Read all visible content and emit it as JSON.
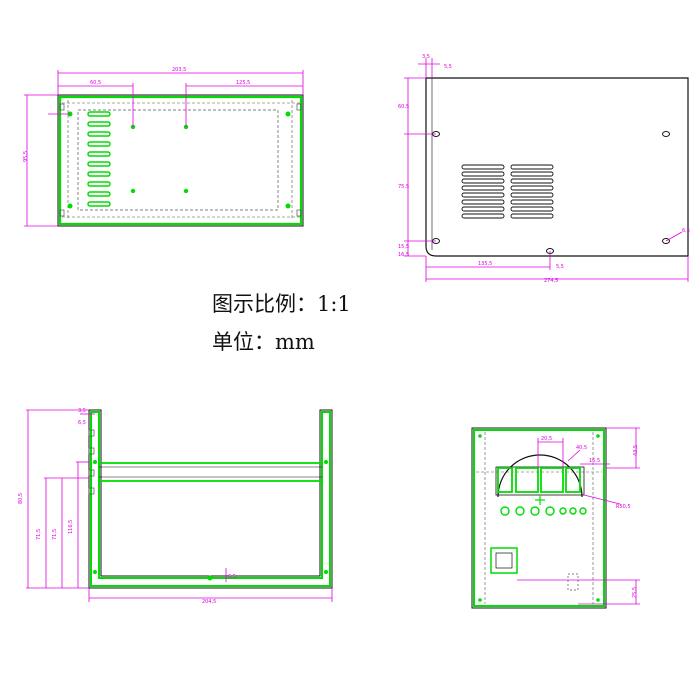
{
  "notes": {
    "scale": "图示比例：1:1",
    "unit": "单位：mm"
  },
  "views": {
    "top_left": {
      "dims": [
        "203,5",
        "60,5",
        "125,5",
        "95,5"
      ]
    },
    "top_right": {
      "dims": [
        "3,5",
        "5,5",
        "60,5",
        "75,5",
        "15,5",
        "16,5",
        "135,5",
        "274,5",
        "5,5",
        "6,5"
      ]
    },
    "bottom_left": {
      "dims": [
        "3,5",
        "6,5",
        "80,5",
        "71,5",
        "71,5",
        "116,5",
        "6,5",
        "204,5"
      ]
    },
    "bottom_right": {
      "dims": [
        "20,5",
        "43,5",
        "16,5",
        "R50,5",
        "40,5",
        "25,5"
      ]
    }
  },
  "colors": {
    "outline": "#111111",
    "hidden": "#555555",
    "edge": "#00dd00",
    "dimension": "#e000e0"
  }
}
